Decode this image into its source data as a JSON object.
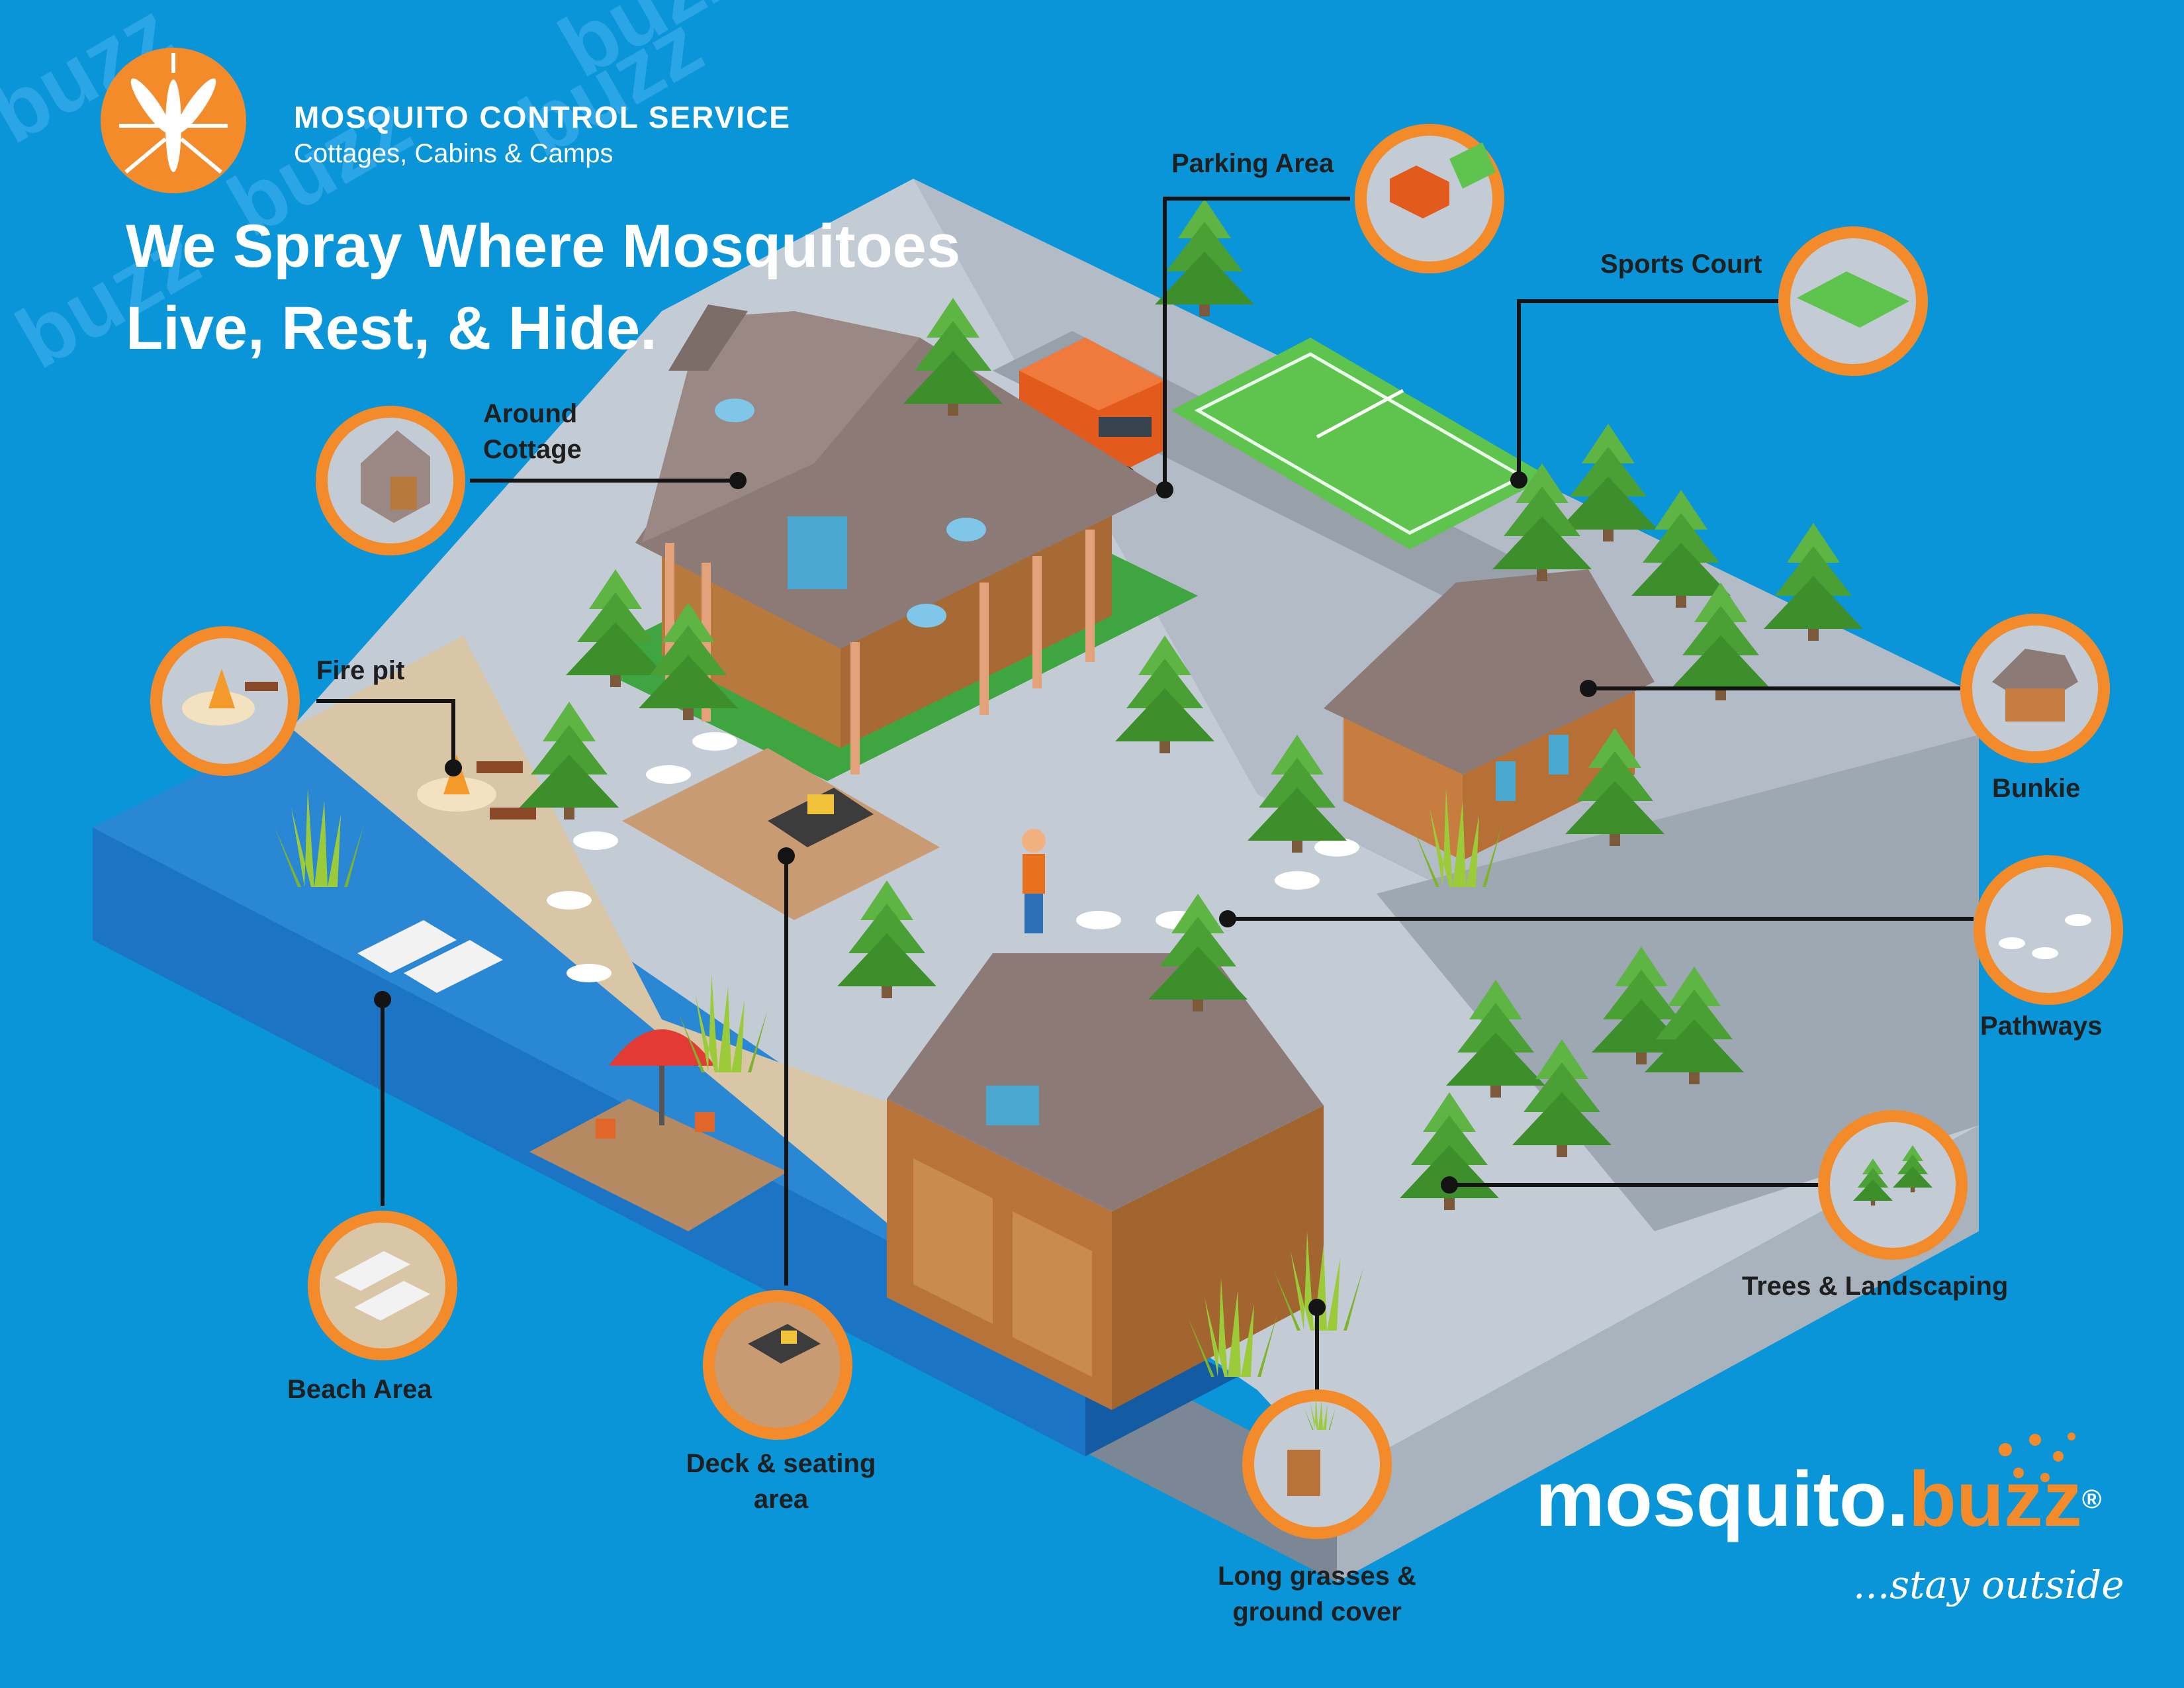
{
  "header": {
    "service_title": "MOSQUITO CONTROL SERVICE",
    "service_subtitle": "Cottages, Cabins & Camps",
    "headline_line1": "We Spray Where Mosquitoes",
    "headline_line2": "Live, Rest, & Hide.",
    "logo_icon": "mosquito-icon"
  },
  "labels": {
    "parking": "Parking Area",
    "sports": "Sports Court",
    "around_line1": "Around",
    "around_line2": "Cottage",
    "fire": "Fire pit",
    "bunkie": "Bunkie",
    "pathways": "Pathways",
    "trees": "Trees & Landscaping",
    "beach": "Beach Area",
    "deck_line1": "Deck & seating",
    "deck_line2": "area",
    "grass_line1": "Long grasses &",
    "grass_line2": "ground cover"
  },
  "watermark_text": "buzz",
  "brand": {
    "logo_main": "mosquito.",
    "logo_accent": "buzz",
    "registered": "®",
    "tagline": "...stay outside"
  },
  "colors": {
    "background": "#0a95d8",
    "accent": "#f38b2b",
    "ground": "#c3ccd4",
    "water": "#1b74c4",
    "roof": "#8b7a76",
    "trees": "#4a9a32"
  }
}
